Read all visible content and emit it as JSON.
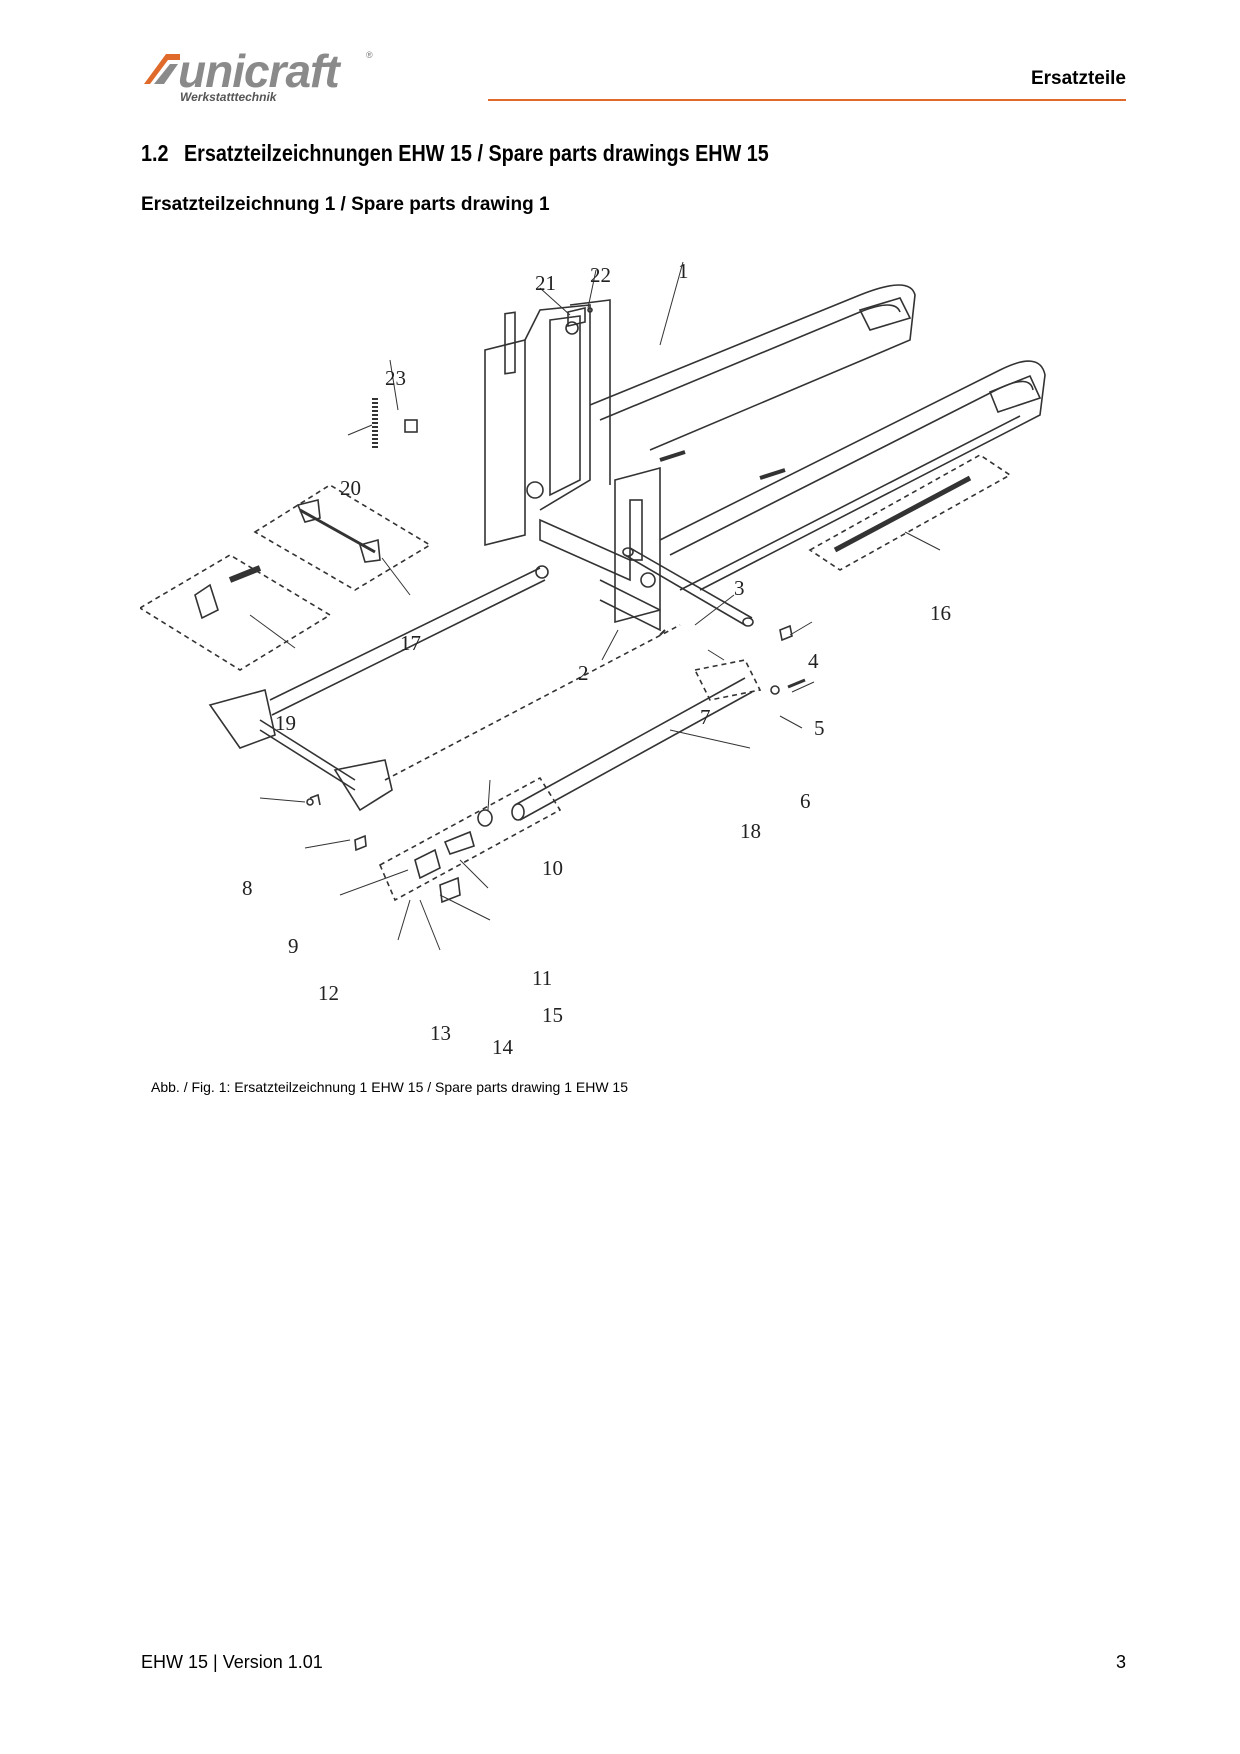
{
  "header": {
    "logo_text": "unicraft",
    "logo_subtitle": "Werkstatttechnik",
    "logo_registered": "®",
    "section_label": "Ersatzteile"
  },
  "section": {
    "number": "1.2",
    "title": "Ersatzteilzeichnungen EHW 15 / Spare parts drawings EHW 15"
  },
  "subsection": {
    "title": "Ersatzteilzeichnung 1 / Spare parts drawing 1"
  },
  "drawing": {
    "part_labels": [
      "1",
      "2",
      "3",
      "4",
      "5",
      "6",
      "7",
      "8",
      "9",
      "10",
      "11",
      "12",
      "13",
      "14",
      "15",
      "16",
      "17",
      "18",
      "19",
      "20",
      "21",
      "22",
      "23"
    ]
  },
  "caption": "Abb. / Fig. 1: Ersatzteilzeichnung 1 EHW 15 / Spare parts drawing 1 EHW 15",
  "footer": {
    "document": "EHW 15 | Version 1.01",
    "page_number": "3"
  },
  "colors": {
    "accent": "#e06a2a",
    "logo_gray": "#8a8a8a"
  }
}
